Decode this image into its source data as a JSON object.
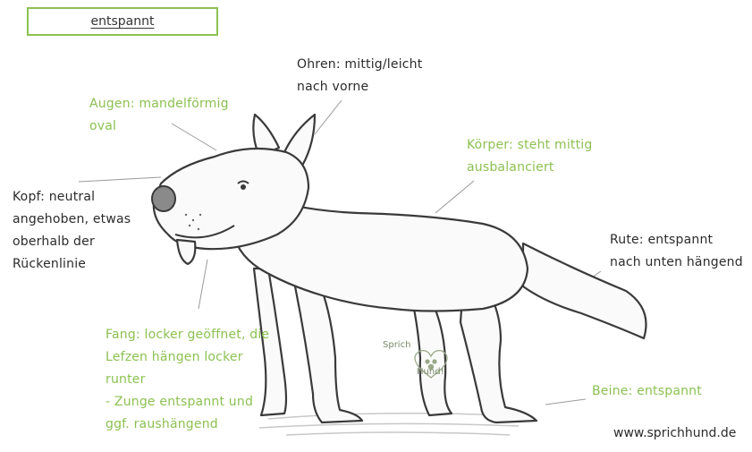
{
  "title": "entspannt",
  "labels": {
    "ohren": [
      "Ohren: mittig/leicht",
      "nach vorne"
    ],
    "augen": [
      "Augen: mandelförmig",
      "oval"
    ],
    "koerper": [
      "Körper: steht mittig",
      "ausbalanciert"
    ],
    "kopf": [
      "Kopf: neutral",
      "angehoben, etwas",
      "oberhalb der",
      "Rückenlinie"
    ],
    "rute": [
      "Rute: entspannt",
      "nach unten hängend"
    ],
    "fang": [
      "Fang: locker geöffnet, die",
      "Lefzen hängen locker",
      "runter",
      "- Zunge entspannt und",
      "ggf. raushängend"
    ],
    "beine": [
      "Beine: entspannt"
    ]
  },
  "watermark": {
    "top": "Sprich",
    "bottom": "Hund!"
  },
  "website": "www.sprichhund.de",
  "colors": {
    "accent": "#8cc152",
    "text": "#2b2b2b"
  }
}
